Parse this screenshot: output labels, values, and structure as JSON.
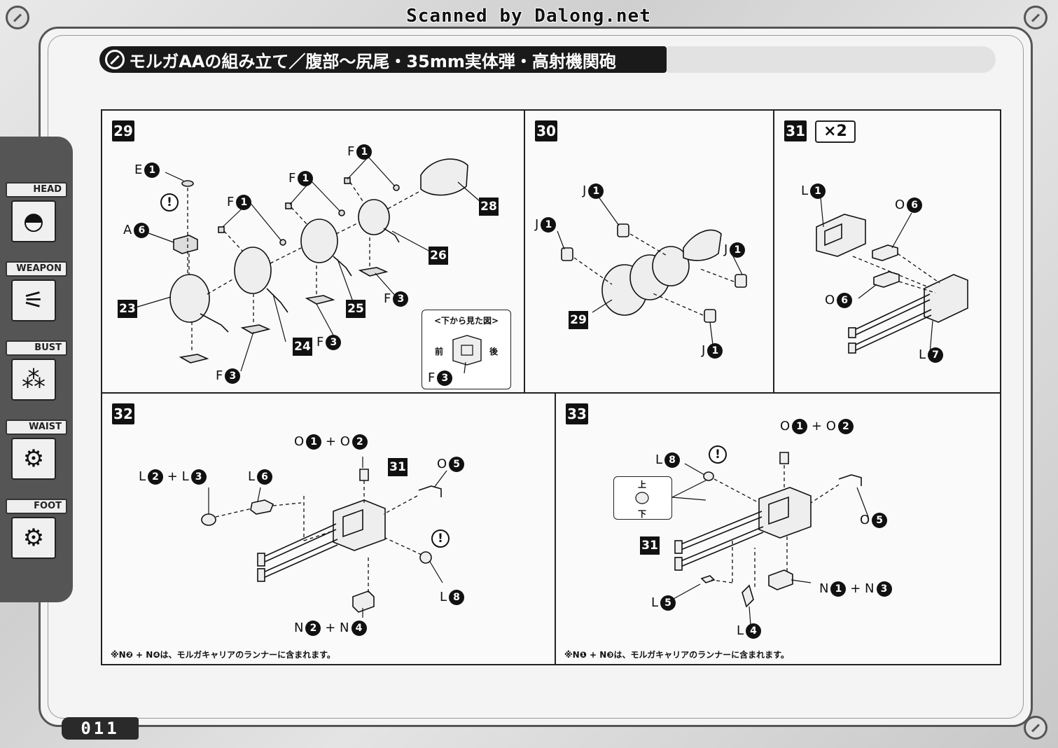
{
  "scan_credit": "Scanned by Dalong.net",
  "title": "モルガAAの組み立て／腹部～尻尾・35mm実体弾・高射機関砲",
  "page_number": "011",
  "sidebar": {
    "tabs": [
      {
        "label": "HEAD",
        "icon": "head-icon",
        "glyph": "◓"
      },
      {
        "label": "WEAPON",
        "icon": "weapon-icon",
        "glyph": "⚟"
      },
      {
        "label": "BUST",
        "icon": "bust-icon",
        "glyph": "⁂"
      },
      {
        "label": "WAIST",
        "icon": "waist-icon",
        "glyph": "⚙"
      },
      {
        "label": "FOOT",
        "icon": "foot-icon",
        "glyph": "⚙"
      }
    ]
  },
  "steps": {
    "s29": {
      "number": "29",
      "labels": {
        "e1_letter": "E",
        "e1_num": "1",
        "a6_letter": "A",
        "a6_num": "6",
        "f1a_letter": "F",
        "f1a_num": "1",
        "f1b_letter": "F",
        "f1b_num": "1",
        "f1c_letter": "F",
        "f1c_num": "1",
        "f3a_letter": "F",
        "f3a_num": "3",
        "f3b_letter": "F",
        "f3b_num": "3",
        "f3c_letter": "F",
        "f3c_num": "3"
      },
      "tags": [
        "23",
        "24",
        "25",
        "26",
        "28"
      ],
      "caution": "!",
      "inset": {
        "title": "<下から見た図>",
        "front": "前",
        "back": "後",
        "part_letter": "F",
        "part_num": "3"
      }
    },
    "s30": {
      "number": "30",
      "labels": {
        "j_letter": "J",
        "j_num": "1"
      },
      "tags": [
        "29"
      ]
    },
    "s31": {
      "number": "31",
      "multiplier": "×2",
      "labels": {
        "l1_letter": "L",
        "l1_num": "1",
        "o6a_letter": "O",
        "o6a_num": "6",
        "o6b_letter": "O",
        "o6b_num": "6",
        "l7_letter": "L",
        "l7_num": "7"
      }
    },
    "s32": {
      "number": "32",
      "labels": {
        "o1_letter": "O",
        "o1_num": "1",
        "plus": "+",
        "o2_letter": "O",
        "o2_num": "2",
        "l2_letter": "L",
        "l2_num": "2",
        "l3_letter": "L",
        "l3_num": "3",
        "l6_letter": "L",
        "l6_num": "6",
        "o5_letter": "O",
        "o5_num": "5",
        "l8_letter": "L",
        "l8_num": "8",
        "n2_letter": "N",
        "n2_num": "2",
        "n4_letter": "N",
        "n4_num": "4"
      },
      "tags": [
        "31"
      ],
      "caution": "!",
      "note": "※N❷ + N❹は、モルガキャリアのランナーに含まれます。"
    },
    "s33": {
      "number": "33",
      "labels": {
        "o1_letter": "O",
        "o1_num": "1",
        "plus": "+",
        "o2_letter": "O",
        "o2_num": "2",
        "l8_letter": "L",
        "l8_num": "8",
        "o5_letter": "O",
        "o5_num": "5",
        "n1_letter": "N",
        "n1_num": "1",
        "n3_letter": "N",
        "n3_num": "3",
        "l5_letter": "L",
        "l5_num": "5",
        "l4_letter": "L",
        "l4_num": "4"
      },
      "tags": [
        "31"
      ],
      "caution": "!",
      "inset": {
        "top": "上",
        "bottom": "下"
      },
      "note": "※N❶ + N❸は、モルガキャリアのランナーに含まれます。"
    }
  }
}
